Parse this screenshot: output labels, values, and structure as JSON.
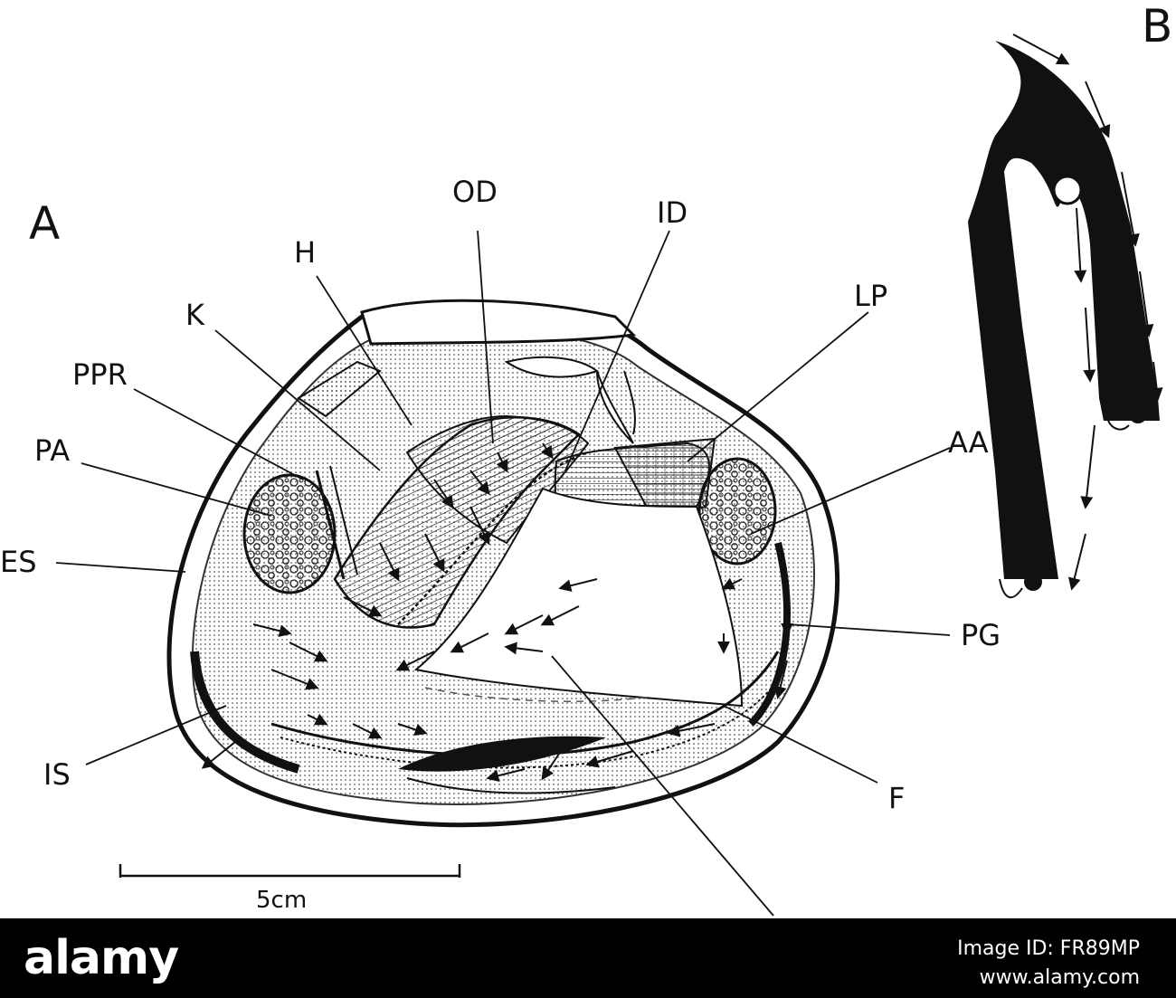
{
  "figure": {
    "panel_labels": {
      "a": "A",
      "b": "B"
    },
    "labels": {
      "od": "OD",
      "id": "ID",
      "h": "H",
      "k": "K",
      "lp": "LP",
      "ppr": "PPR",
      "pa": "PA",
      "aa": "AA",
      "es": "ES",
      "pg": "PG",
      "is": "IS",
      "f": "F"
    },
    "scale_bar": {
      "label": "5cm"
    }
  },
  "watermark": {
    "brand": "alamy",
    "line1": "Image ID: FR89MP",
    "line2": "www.alamy.com"
  },
  "colors": {
    "ink": "#111111",
    "bar": "#000000",
    "paper": "#ffffff"
  }
}
